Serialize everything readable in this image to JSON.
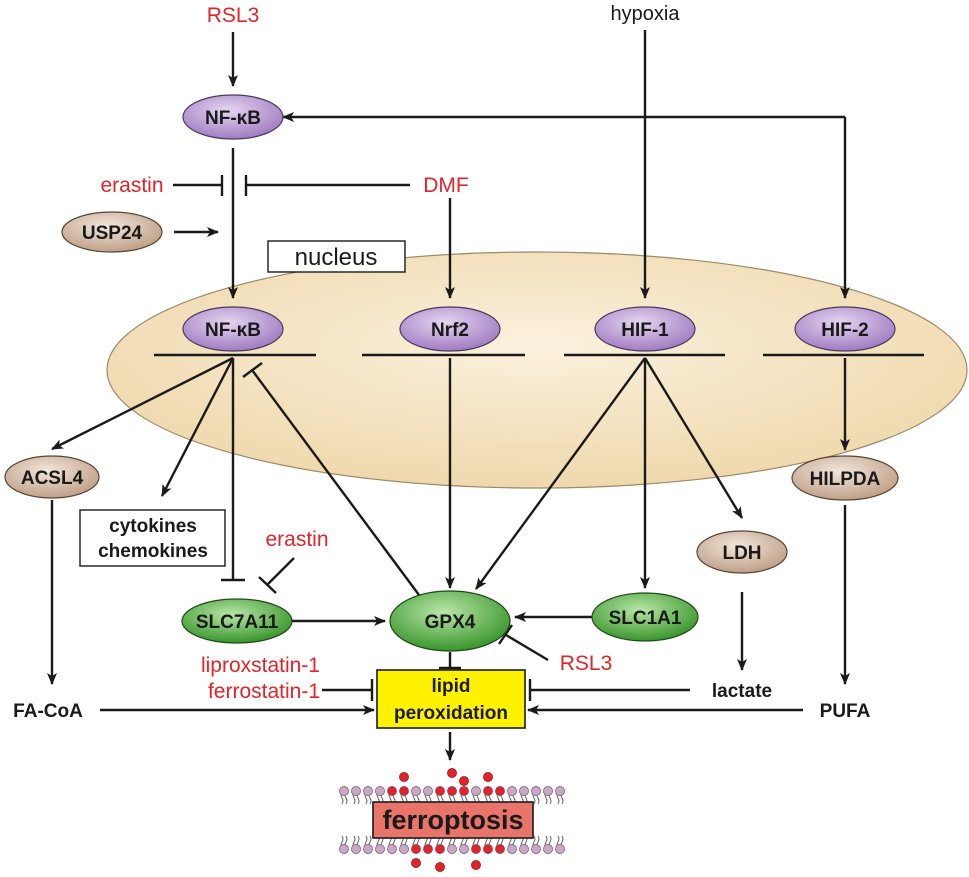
{
  "labels": {
    "rsl3_top": "RSL3",
    "hypoxia": "hypoxia",
    "erastin_top": "erastin",
    "dmf": "DMF",
    "erastin_mid": "erastin",
    "rsl3_bottom": "RSL3",
    "liproxstatin": "liproxstatin-1",
    "ferrostatin": "ferrostatin-1",
    "nucleus": "nucleus",
    "cytokines": "cytokines",
    "chemokines": "chemokines",
    "fa_coa": "FA-CoA",
    "pufa": "PUFA",
    "lactate": "lactate",
    "lipid_1": "lipid",
    "lipid_2": "peroxidation",
    "ferroptosis": "ferroptosis"
  },
  "nodes": {
    "nfkb_cyto": "NF-κB",
    "usp24": "USP24",
    "nfkb_nuc": "NF-κB",
    "nrf2": "Nrf2",
    "hif1": "HIF-1",
    "hif2": "HIF-2",
    "acsl4": "ACSL4",
    "hilpda": "HILPDA",
    "ldh": "LDH",
    "slc7a11": "SLC7A11",
    "gpx4": "GPX4",
    "slc1a1": "SLC1A1"
  },
  "colors": {
    "inhibitor_text": "#e2232a",
    "nucleus_fill": "#f3dfb8",
    "transcription_factor": "#a886c4",
    "enzyme": "#c9ab94",
    "transporter": "#3fa02c",
    "lipid_box": "#fff200",
    "ferroptosis_box": "#e9756a",
    "membrane_head": "#c8a8c4",
    "oxidized_head": "#e2232a"
  }
}
